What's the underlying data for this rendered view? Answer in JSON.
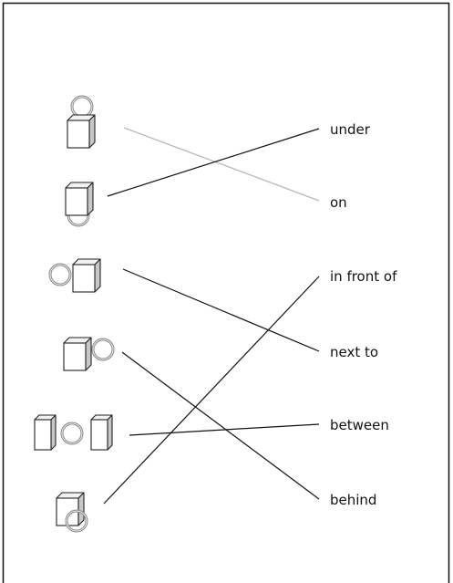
{
  "words": [
    "under",
    "on",
    "in front of",
    "next to",
    "between",
    "behind"
  ],
  "figures": [
    "ball-on-cube",
    "ball-under-cube",
    "ball-next-to-cube",
    "ball-behind-cube",
    "ball-between-cubes",
    "ball-in-front-of-cube"
  ],
  "colors": {
    "line": "#111111",
    "faint_line": "#b8b8b8",
    "cube_front": "#ffffff",
    "cube_top": "#f2f2f2",
    "cube_side": "#c8c8c8",
    "ball": "#8c8c8c"
  },
  "connections": [
    {
      "figure": "ball-on-cube",
      "word": "on",
      "faint": true
    },
    {
      "figure": "ball-under-cube",
      "word": "under",
      "faint": false
    },
    {
      "figure": "ball-next-to-cube",
      "word": "next to",
      "faint": false
    },
    {
      "figure": "ball-behind-cube",
      "word": "behind",
      "faint": false
    },
    {
      "figure": "ball-between-cubes",
      "word": "between",
      "faint": false
    },
    {
      "figure": "ball-in-front-of-cube",
      "word": "in front of",
      "faint": false
    }
  ]
}
